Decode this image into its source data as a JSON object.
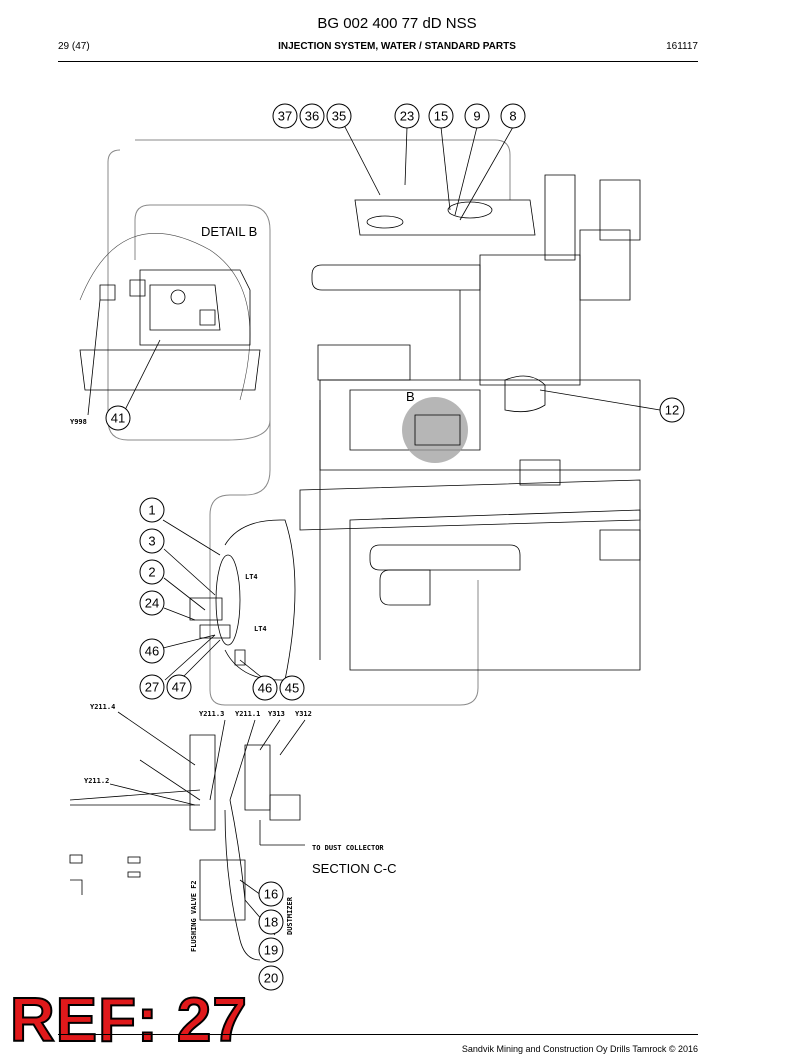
{
  "header": {
    "title": "BG 002 400 77 dD NSS",
    "page": "29 (47)",
    "section": "INJECTION SYSTEM, WATER / STANDARD PARTS",
    "code": "161117"
  },
  "labels": {
    "detail_b": "DETAIL B",
    "section_cc": "SECTION C-C",
    "b_marker": "B",
    "y998": "Y998",
    "lt4_a": "LT4",
    "lt4_b": "LT4",
    "y211_4": "Y211.4",
    "y211_2": "Y211.2",
    "y211_3": "Y211.3",
    "y211_1": "Y211.1",
    "y313": "Y313",
    "y312": "Y312",
    "dust_collector": "TO DUST COLLECTOR",
    "flushing_valve": "FLUSHING VALVE F2",
    "dustmizer": "DUSTMIZER"
  },
  "bubbles": [
    {
      "id": "b37",
      "text": "37"
    },
    {
      "id": "b36",
      "text": "36"
    },
    {
      "id": "b35",
      "text": "35"
    },
    {
      "id": "b23",
      "text": "23"
    },
    {
      "id": "b15",
      "text": "15"
    },
    {
      "id": "b9",
      "text": "9"
    },
    {
      "id": "b8",
      "text": "8"
    },
    {
      "id": "b41",
      "text": "41"
    },
    {
      "id": "b12",
      "text": "12"
    },
    {
      "id": "b1",
      "text": "1"
    },
    {
      "id": "b3",
      "text": "3"
    },
    {
      "id": "b2",
      "text": "2"
    },
    {
      "id": "b24",
      "text": "24"
    },
    {
      "id": "b46a",
      "text": "46"
    },
    {
      "id": "b27",
      "text": "27"
    },
    {
      "id": "b47",
      "text": "47"
    },
    {
      "id": "b46b",
      "text": "46"
    },
    {
      "id": "b45",
      "text": "45"
    },
    {
      "id": "b16",
      "text": "16"
    },
    {
      "id": "b18",
      "text": "18"
    },
    {
      "id": "b19",
      "text": "19"
    },
    {
      "id": "b20",
      "text": "20"
    }
  ],
  "ref_stamp": "REF: 27",
  "footer": "Sandvik Mining and Construction Oy Drills Tamrock © 2016",
  "colors": {
    "ref": "#e0191b",
    "highlight": "#9e9e9e"
  }
}
